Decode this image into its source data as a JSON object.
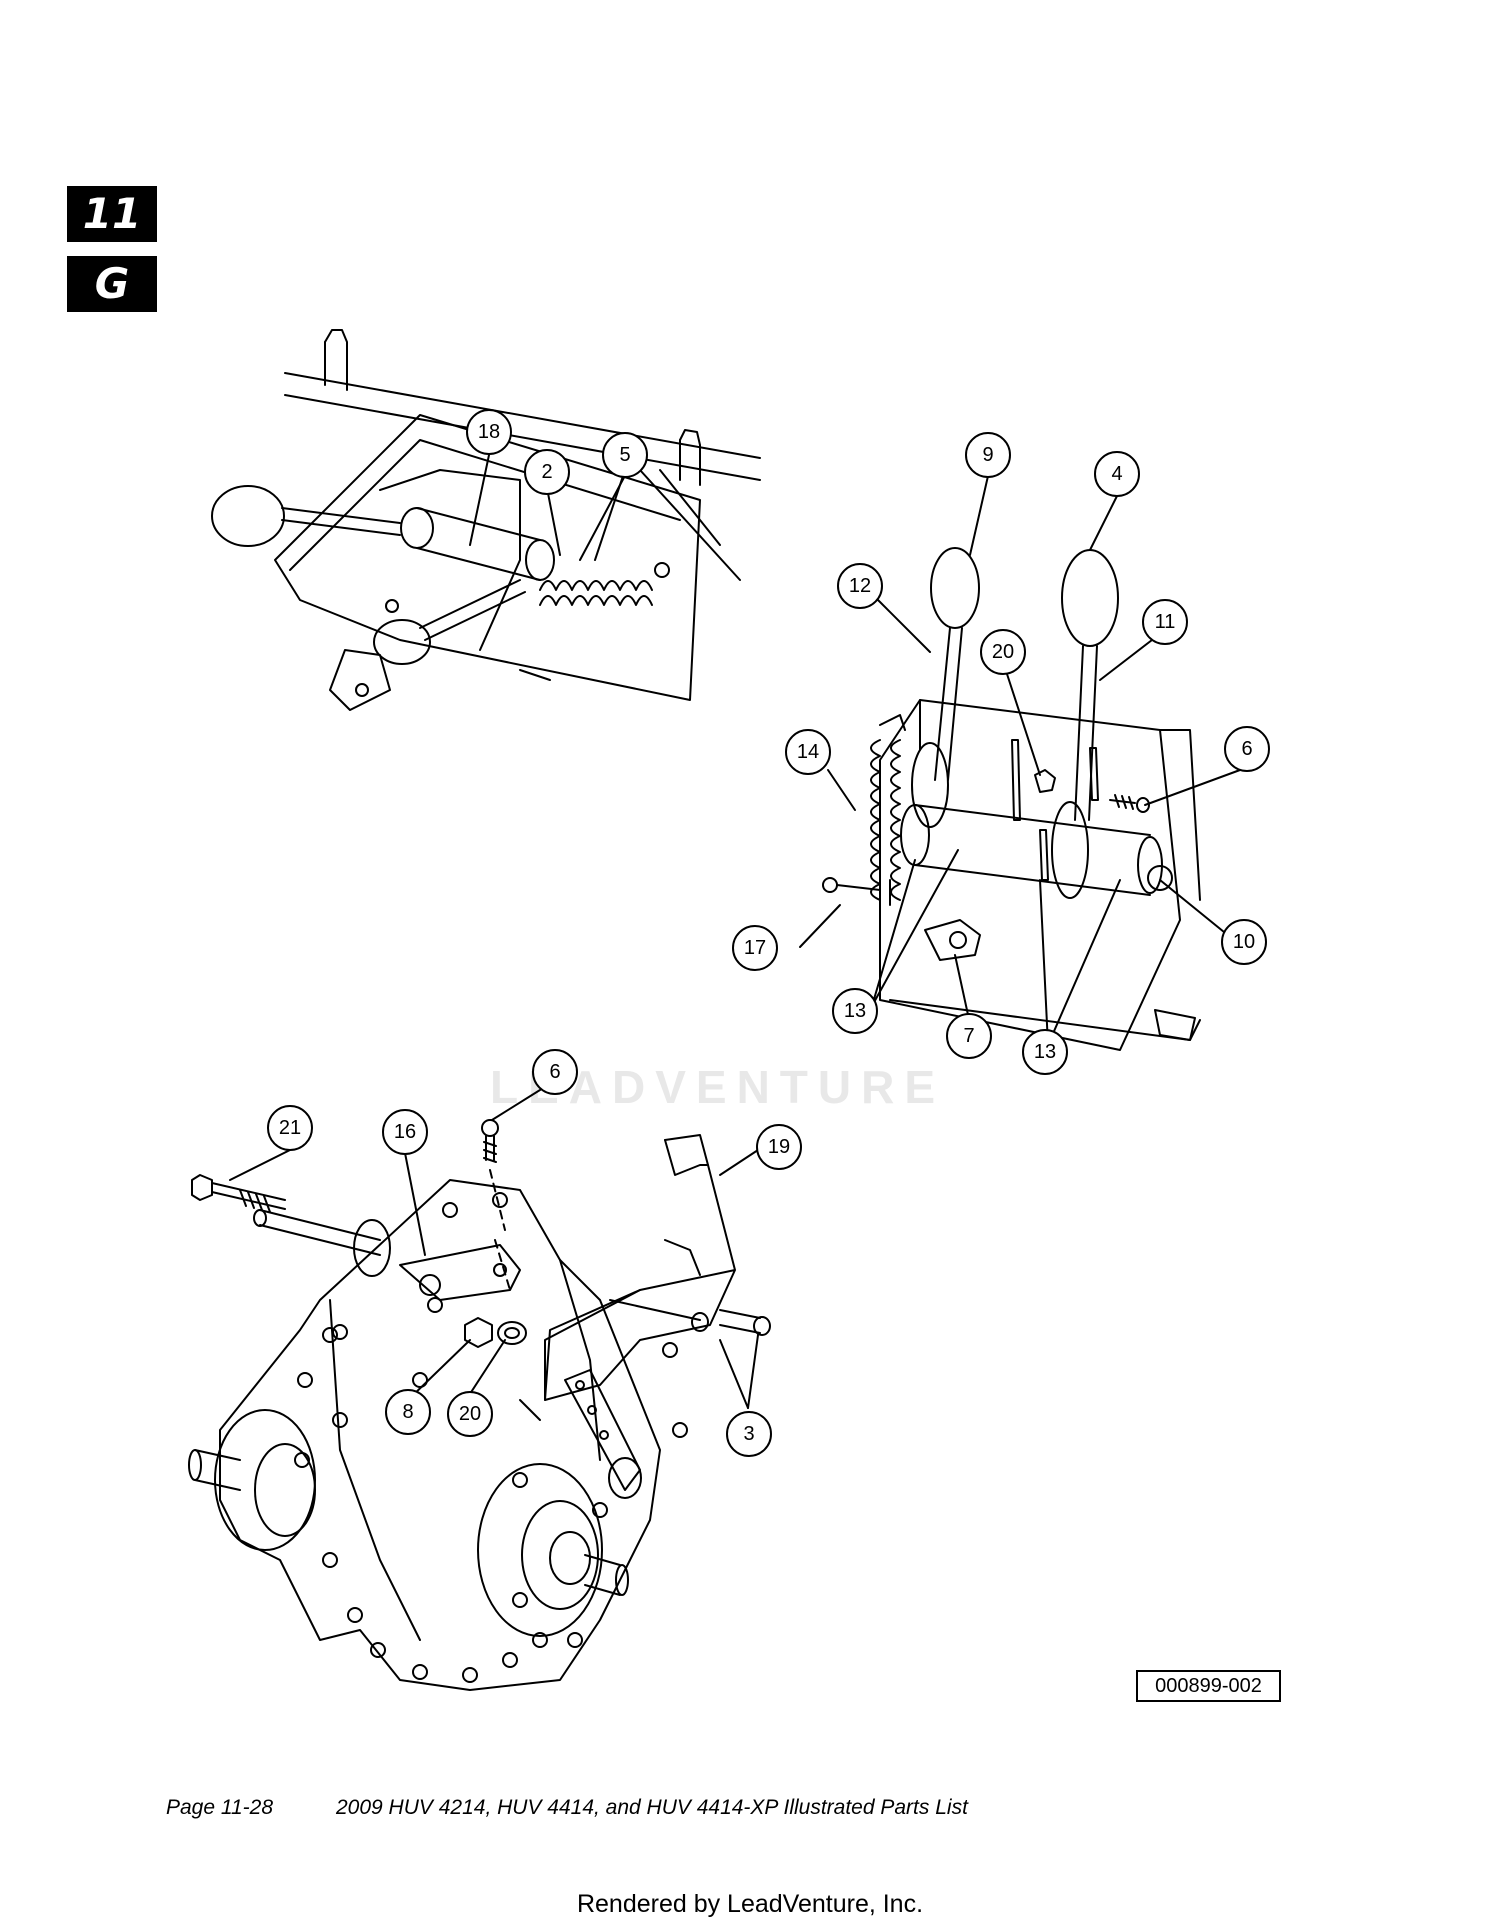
{
  "section_tabs": {
    "chapter": "11",
    "letter": "G"
  },
  "callouts": {
    "c18": "18",
    "c2": "2",
    "c5": "5",
    "c9": "9",
    "c4": "4",
    "c12": "12",
    "c11": "11",
    "c20a": "20",
    "c14": "14",
    "c6a": "6",
    "c17": "17",
    "c10": "10",
    "c13a": "13",
    "c7": "7",
    "c13b": "13",
    "c6b": "6",
    "c21": "21",
    "c16": "16",
    "c19": "19",
    "c8": "8",
    "c20b": "20",
    "c3": "3"
  },
  "figure_code": "000899-002",
  "watermark": "LEADVENTURE",
  "footer": {
    "page": "Page 11-28",
    "title": "2009 HUV 4214, HUV 4414, and HUV 4414-XP Illustrated Parts List"
  },
  "rendered_by": "Rendered by LeadVenture, Inc."
}
